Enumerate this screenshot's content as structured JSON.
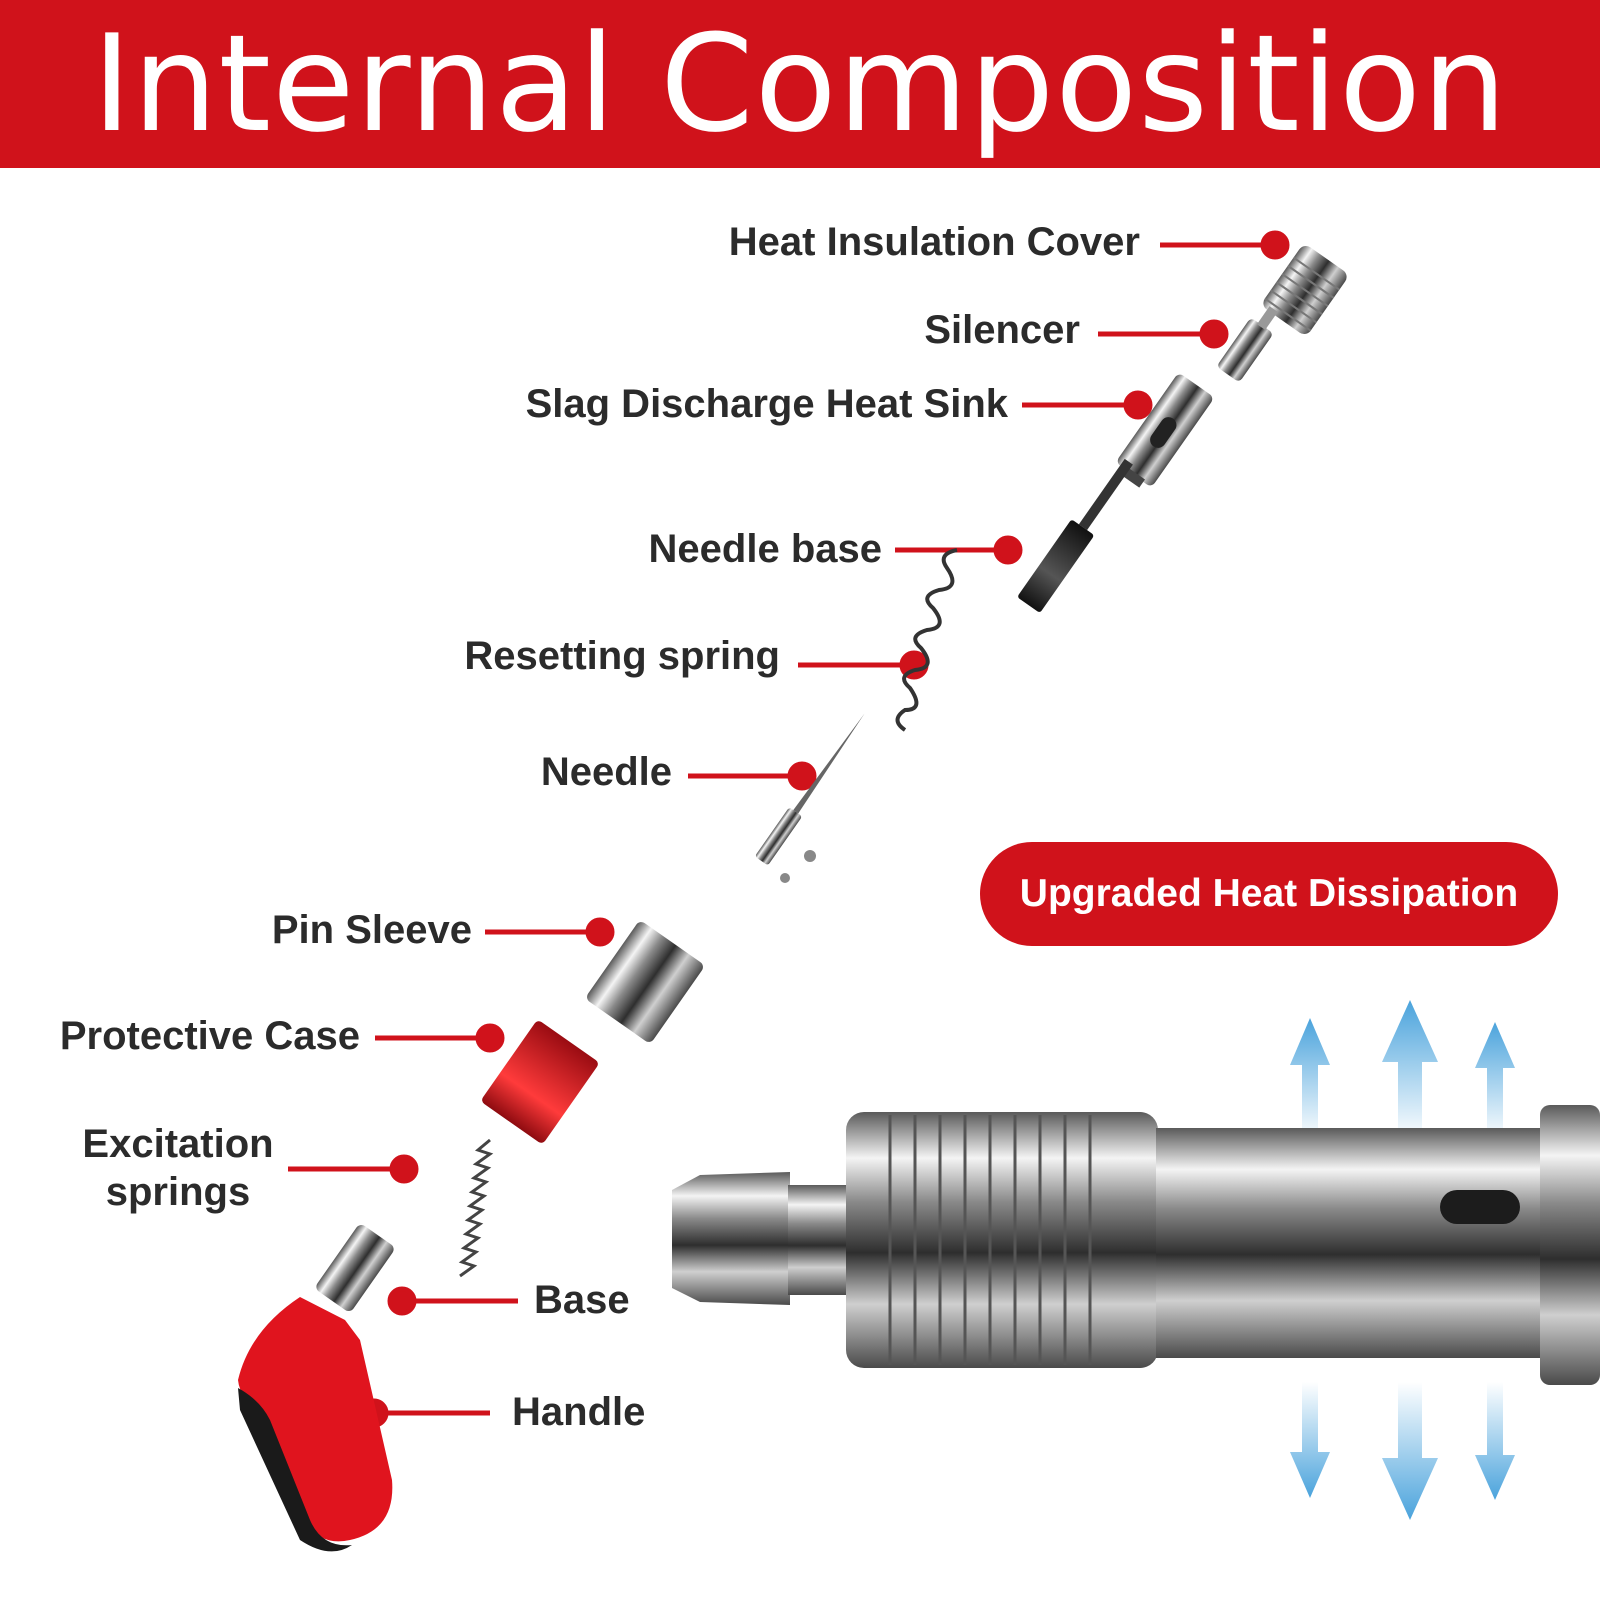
{
  "title": "Internal Composition",
  "badge": "Upgraded Heat Dissipation",
  "colors": {
    "accent": "#d0121b",
    "text": "#2b2b2b",
    "arrow": "#4aa3dc"
  },
  "labels": {
    "heat_insulation_cover": "Heat Insulation Cover",
    "silencer": "Silencer",
    "slag_discharge_heat_sink": "Slag Discharge Heat Sink",
    "needle_base": "Needle base",
    "resetting_spring": "Resetting spring",
    "needle": "Needle",
    "pin_sleeve": "Pin Sleeve",
    "protective_case": "Protective Case",
    "excitation_springs_line1": "Excitation",
    "excitation_springs_line2": "springs",
    "base": "Base",
    "handle": "Handle"
  }
}
